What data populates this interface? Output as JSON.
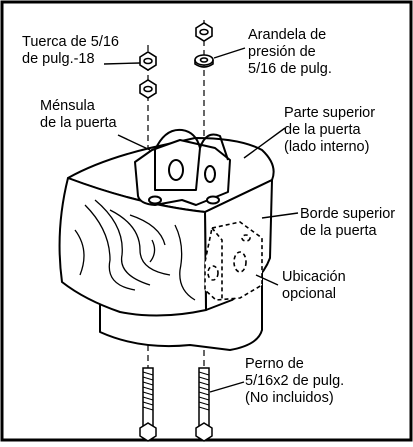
{
  "labels": {
    "nut": [
      "Tuerca de 5/16",
      "de pulg.-18"
    ],
    "washer": [
      "Arandela de",
      "presión de",
      "5/16 de pulg."
    ],
    "bracket": [
      "Ménsula",
      "de la puerta"
    ],
    "door_top": [
      "Parte superior",
      "de la puerta",
      "(lado interno)"
    ],
    "door_edge": [
      "Borde superior",
      "de la puerta"
    ],
    "optional": [
      "Ubicación",
      "opcional"
    ],
    "bolt": [
      "Perno de",
      "5/16x2 de pulg.",
      "(No incluidos)"
    ]
  }
}
